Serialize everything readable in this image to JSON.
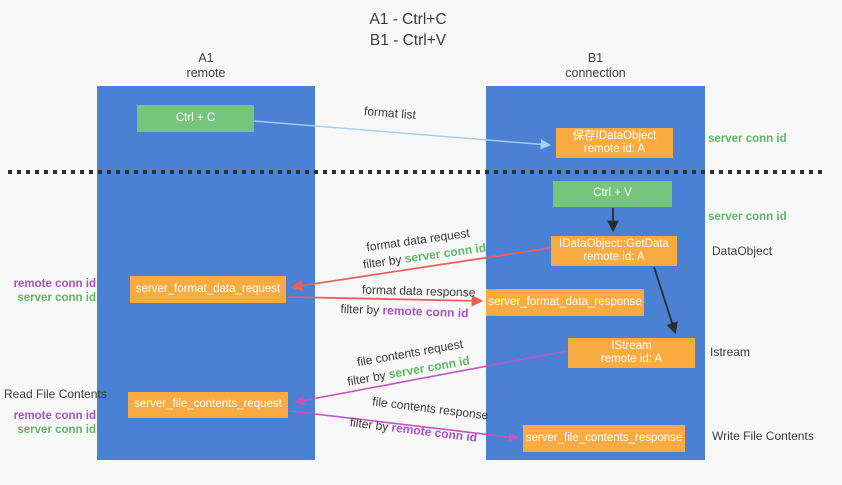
{
  "title": {
    "line1": "A1 - Ctrl+C",
    "line2": "B1 - Ctrl+V"
  },
  "lanes": {
    "a1": {
      "name": "A1",
      "role": "remote"
    },
    "b1": {
      "name": "B1",
      "role": "connection"
    }
  },
  "nodes": {
    "ctrl_c": "Ctrl + C",
    "ctrl_v": "Ctrl + V",
    "save_idataobject": {
      "line1": "保存IDataObject",
      "line2": "remote id: A"
    },
    "getdata": {
      "line1": "IDataObject::GetData",
      "line2": "remote id: A"
    },
    "istream": {
      "line1": "IStream",
      "line2": "remote id: A"
    },
    "server_format_data_request": "server_format_data_request",
    "server_format_data_response": "server_format_data_response",
    "server_file_contents_request": "server_file_contents_request",
    "server_file_contents_response": "server_file_contents_response"
  },
  "edge_labels": {
    "format_list": "format list",
    "format_data_request": "format data request",
    "format_data_response": "format data response",
    "file_contents_request": "file contents request",
    "file_contents_response": "file contents response",
    "filter_by": "filter by ",
    "server_conn_id": "server conn id",
    "remote_conn_id": "remote conn id"
  },
  "annotations": {
    "server_conn_id": "server conn id",
    "remote_conn_id": "remote conn id",
    "dataobject": "DataObject",
    "istream": "Istream",
    "read_file_contents": "Read File Contents",
    "write_file_contents": "Write File Contents"
  },
  "colors": {
    "background": "#f8f8f8",
    "lane_blue": "#4a81d4",
    "node_green": "#76c47d",
    "node_orange": "#f9aa41",
    "arrow_light_blue": "#a5cfec",
    "arrow_black": "#2b2b2b",
    "arrow_red": "#e8625a",
    "arrow_magenta": "#c155c1",
    "text_green": "#5cb863",
    "text_purple": "#a852c8",
    "text_gray": "#3b3b3b"
  }
}
